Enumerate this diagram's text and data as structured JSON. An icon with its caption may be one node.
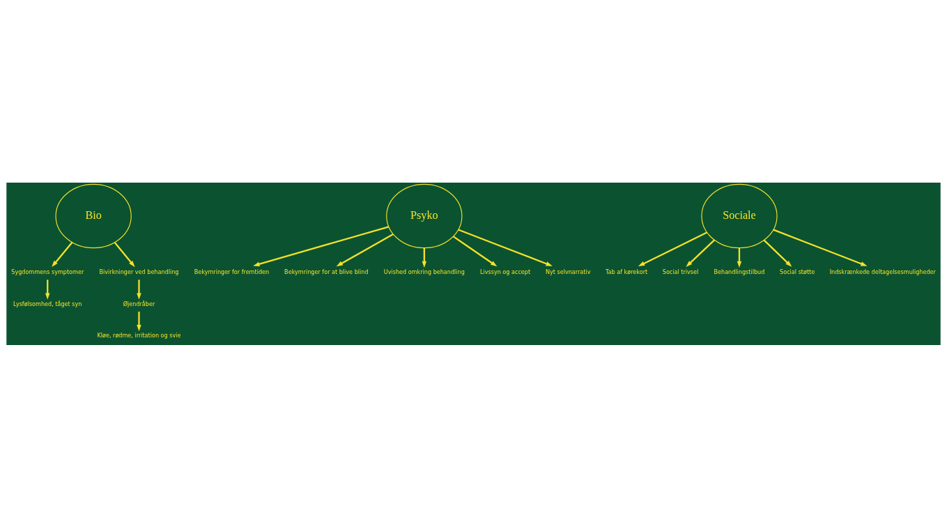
{
  "diagram": {
    "nodes": [
      {
        "text": [
          "Bio"
        ]
      },
      {
        "text": [
          "Psyko"
        ]
      },
      {
        "text": [
          "Sociale"
        ]
      },
      {
        "text": [
          "Sygdommens symptomer"
        ]
      },
      {
        "text": [
          "Lysfølsomhed, tåget syn"
        ]
      },
      {
        "text": [
          "Bivirkninger ved behandling"
        ]
      },
      {
        "text": [
          "Øjendråber"
        ]
      },
      {
        "text": [
          "Kløe, rødme, irritation og svie"
        ]
      },
      {
        "text": [
          "Bekymringer for fremtiden"
        ]
      },
      {
        "text": [
          "Bekymringer for at blive blind"
        ]
      },
      {
        "text": [
          "Uvished omkring behandling"
        ]
      },
      {
        "text": [
          "Livssyn og accept"
        ]
      },
      {
        "text": [
          "Nyt selvnarrativ"
        ]
      },
      {
        "text": [
          "Tab af kørekort"
        ]
      },
      {
        "text": [
          "Social trivsel"
        ]
      },
      {
        "text": [
          "Behandlingstilbud"
        ]
      },
      {
        "text": [
          "Social støtte"
        ]
      },
      {
        "text": [
          "Indskrænkede deltagelsesmuligheder"
        ]
      }
    ],
    "edges": [
      {
        "from": 0,
        "to": 3,
        "arrow": "to"
      },
      {
        "from": 3,
        "to": 4,
        "arrow": "to"
      },
      {
        "from": 0,
        "to": 5,
        "arrow": "to"
      },
      {
        "from": 5,
        "to": 6,
        "arrow": "to"
      },
      {
        "from": 6,
        "to": 7,
        "arrow": "to"
      },
      {
        "from": 1,
        "to": 8,
        "arrow": "to"
      },
      {
        "from": 1,
        "to": 9,
        "arrow": "to"
      },
      {
        "from": 1,
        "to": 10,
        "arrow": "to"
      },
      {
        "from": 1,
        "to": 11,
        "arrow": "to"
      },
      {
        "from": 1,
        "to": 12,
        "arrow": "to"
      },
      {
        "from": 2,
        "to": 13,
        "arrow": "to"
      },
      {
        "from": 2,
        "to": 14,
        "arrow": "to"
      },
      {
        "from": 2,
        "to": 15,
        "arrow": "to"
      },
      {
        "from": 2,
        "to": 16,
        "arrow": "to"
      },
      {
        "from": 2,
        "to": 17,
        "arrow": "to"
      }
    ]
  }
}
